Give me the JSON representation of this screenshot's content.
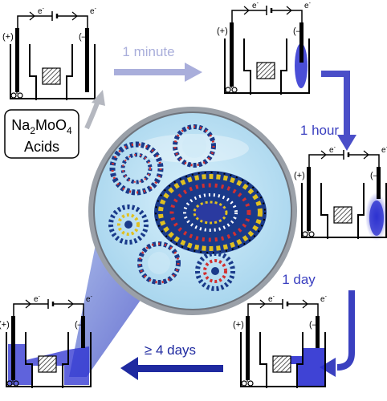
{
  "labels": {
    "reagent_line1_main": "Na",
    "reagent_line1_sub1": "2",
    "reagent_line1_mid": "MoO",
    "reagent_line1_sub2": "4",
    "reagent_line2": "Acids",
    "time_1": "1 minute",
    "time_2": "1 hour",
    "time_3": "1 day",
    "time_4": "≥ 4 days"
  },
  "electrodes": {
    "plus": "(+)",
    "minus": "(–)",
    "electron": "e",
    "electron_sup": "-"
  },
  "colors": {
    "arrow_light": "#a9aedb",
    "arrow_mid": "#5a5ed0",
    "arrow_dark": "#2f34b5",
    "arrow_darkest": "#1f2aa0",
    "solution": "#2a2fd0",
    "bubble_fill": "#bfe3f4",
    "bubble_rim": "#8a8f98",
    "circuit": "#000000"
  },
  "bubble": {
    "cluster_icon": "polyoxometalate-cluster-icon",
    "count": 6
  }
}
